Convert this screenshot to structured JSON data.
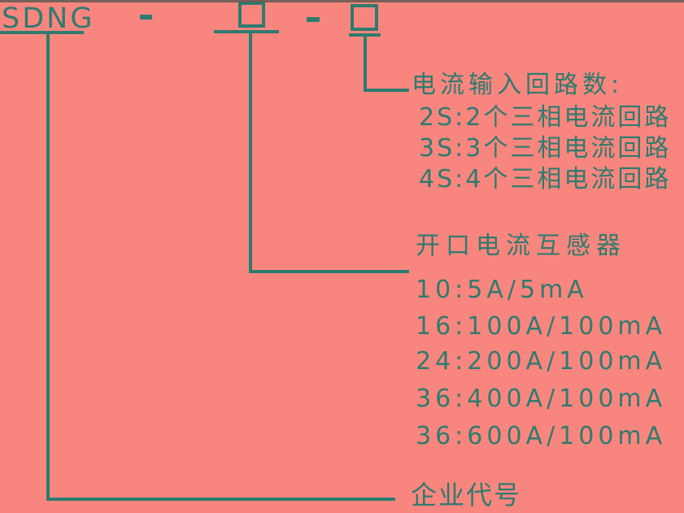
{
  "diagram": {
    "title_meaning": "model-number-designation-diagram",
    "model_prefix": "SDNG",
    "separator": "-",
    "placeholder_box_count": 2,
    "sections": {
      "current_input": {
        "title": "电流输入回路数:",
        "items": [
          "2S:2个三相电流回路",
          "3S:3个三相电流回路",
          "4S:4个三相电流回路"
        ]
      },
      "transformer": {
        "title": "开口电流互感器",
        "items": [
          "10:5A/5mA",
          "16:100A/100mA",
          "24:200A/100mA",
          "36:400A/100mA",
          "36:600A/100mA"
        ]
      },
      "company": {
        "label": "企业代号"
      }
    }
  },
  "colors": {
    "background": "#f9867e",
    "ink": "#2e7b70",
    "bottom_edge": "#56564e"
  }
}
